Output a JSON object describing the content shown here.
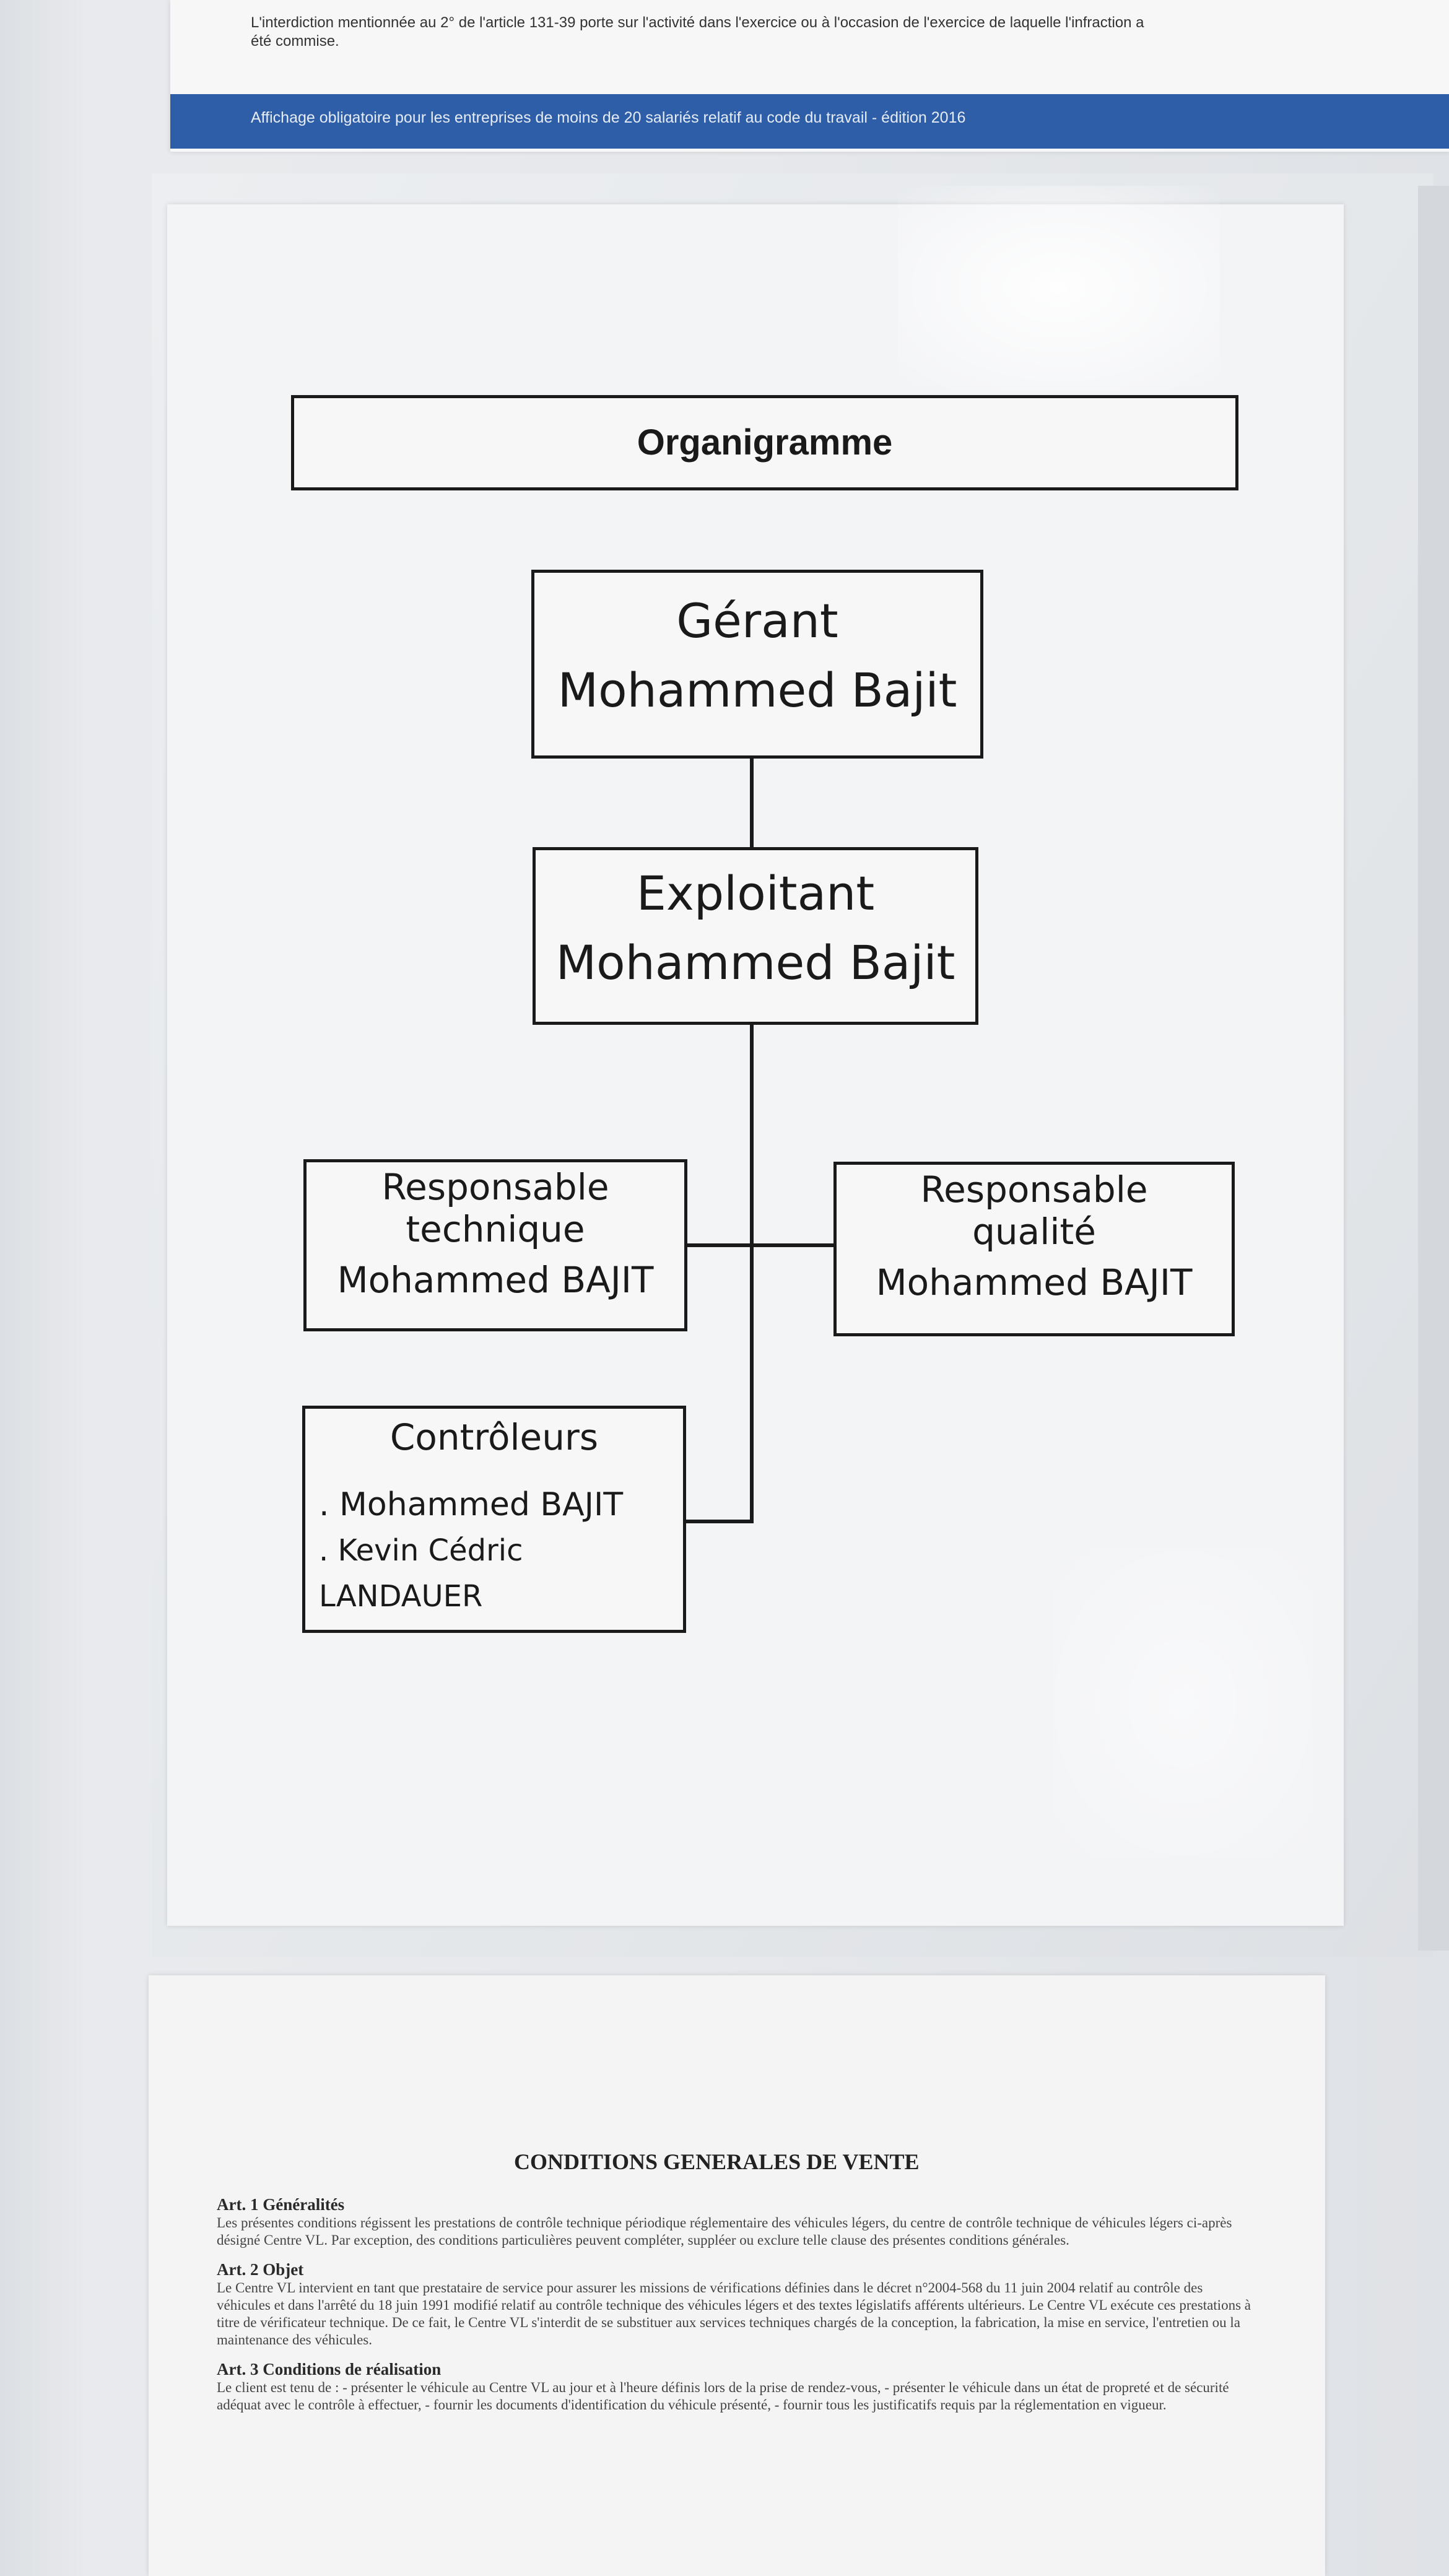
{
  "top_notice": {
    "text": "L'interdiction mentionnée au 2° de l'article 131-39 porte sur l'activité dans l'exercice ou à l'occasion de l'exercice de laquelle l'infraction a été commise.",
    "footer": "Affichage obligatoire pour les entreprises de moins de 20 salariés relatif au code du travail - édition 2016"
  },
  "org_chart": {
    "title": "Organigramme",
    "gerant": {
      "role": "Gérant",
      "name": "Mohammed Bajit"
    },
    "exploitant": {
      "role": "Exploitant",
      "name": "Mohammed Bajit"
    },
    "resp_technique": {
      "role_line1": "Responsable",
      "role_line2": "technique",
      "name": "Mohammed BAJIT"
    },
    "resp_qualite": {
      "role_line1": "Responsable",
      "role_line2": "qualité",
      "name": "Mohammed BAJIT"
    },
    "controleurs": {
      "title": "Contrôleurs",
      "items": [
        ". Mohammed BAJIT",
        ". Kevin Cédric LANDAUER"
      ]
    }
  },
  "cgv": {
    "title": "CONDITIONS GENERALES DE VENTE",
    "articles": [
      {
        "heading": "Art. 1 Généralités",
        "text": "Les présentes conditions régissent les prestations de contrôle technique périodique réglementaire des véhicules légers, du centre de contrôle technique de véhicules légers ci-après désigné Centre VL. Par exception, des conditions particulières peuvent compléter, suppléer ou exclure telle clause des présentes conditions générales."
      },
      {
        "heading": "Art. 2 Objet",
        "text": "Le Centre VL intervient en tant que prestataire de service pour assurer les missions de vérifications définies dans le décret n°2004-568 du 11 juin 2004 relatif au contrôle des véhicules et dans l'arrêté du 18 juin 1991 modifié relatif au contrôle technique des véhicules légers et des textes législatifs afférents ultérieurs. Le Centre VL exécute ces prestations à titre de vérificateur technique. De ce fait, le Centre VL s'interdit de se substituer aux services techniques chargés de la conception, la fabrication, la mise en service, l'entretien ou la maintenance des véhicules."
      },
      {
        "heading": "Art. 3 Conditions de réalisation",
        "text": "Le client est tenu de : - présenter le véhicule au Centre VL au jour et à l'heure définis lors de la prise de rendez-vous, - présenter le véhicule dans un état de propreté et de sécurité adéquat avec le contrôle à effectuer, - fournir les documents d'identification du véhicule présenté, - fournir tous les justificatifs requis par la réglementation en vigueur."
      }
    ]
  }
}
